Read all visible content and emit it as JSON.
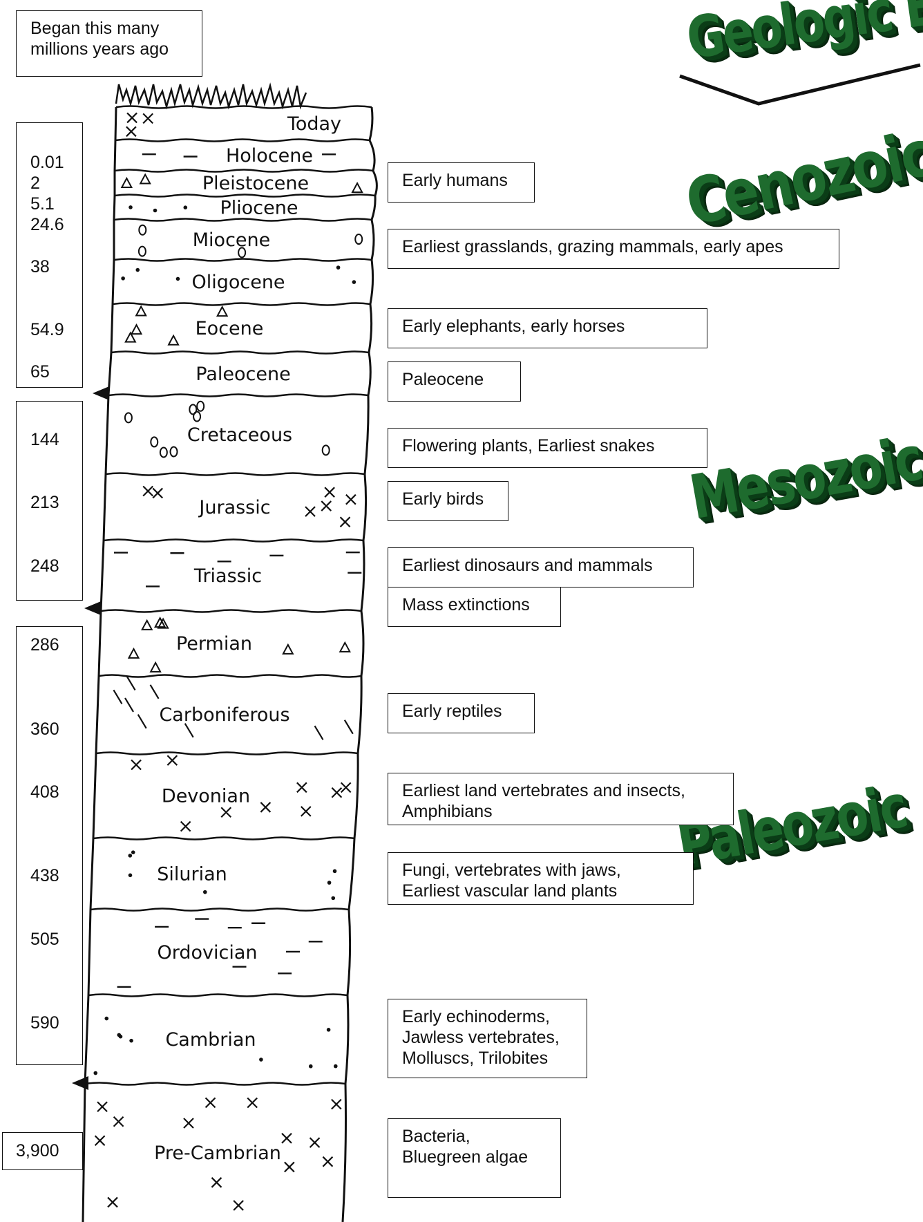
{
  "header_box": {
    "text": "Began this many\nmillions years ago"
  },
  "eras": {
    "geologic": "Geologic Era",
    "cenozoic": "Cenozoic",
    "mesozoic": "Mesozoic",
    "paleozoic": "Paleozoic"
  },
  "ages": {
    "cenozoic": [
      "0.01",
      "2",
      "5.1",
      "24.6",
      "38",
      "54.9",
      "65"
    ],
    "mesozoic": [
      "144",
      "213",
      "248"
    ],
    "paleozoic": [
      "286",
      "360",
      "408",
      "438",
      "505",
      "590"
    ],
    "precambrian": "3,900"
  },
  "layers": [
    "Today",
    "Holocene",
    "Pleistocene",
    "Pliocene",
    "Miocene",
    "Oligocene",
    "Eocene",
    "Paleocene",
    "Cretaceous",
    "Jurassic",
    "Triassic",
    "Permian",
    "Carboniferous",
    "Devonian",
    "Silurian",
    "Ordovician",
    "Cambrian",
    "Pre-Cambrian"
  ],
  "events": [
    "Early humans",
    "Earliest grasslands, grazing mammals, early apes",
    "Early elephants, early horses",
    "Paleocene",
    "Flowering plants, Earliest snakes",
    "Early birds",
    "Earliest dinosaurs and mammals",
    "Mass extinctions",
    "Early reptiles",
    "Earliest land vertebrates and insects,\nAmphibians",
    "Fungi, vertebrates with jaws,\nEarliest vascular land plants",
    "Early echinoderms,\nJawless vertebrates,\nMolluscs, Trilobites",
    "Bacteria,\nBluegreen algae"
  ],
  "colors": {
    "era_green": "#1e6b2e",
    "ink": "#111111"
  }
}
